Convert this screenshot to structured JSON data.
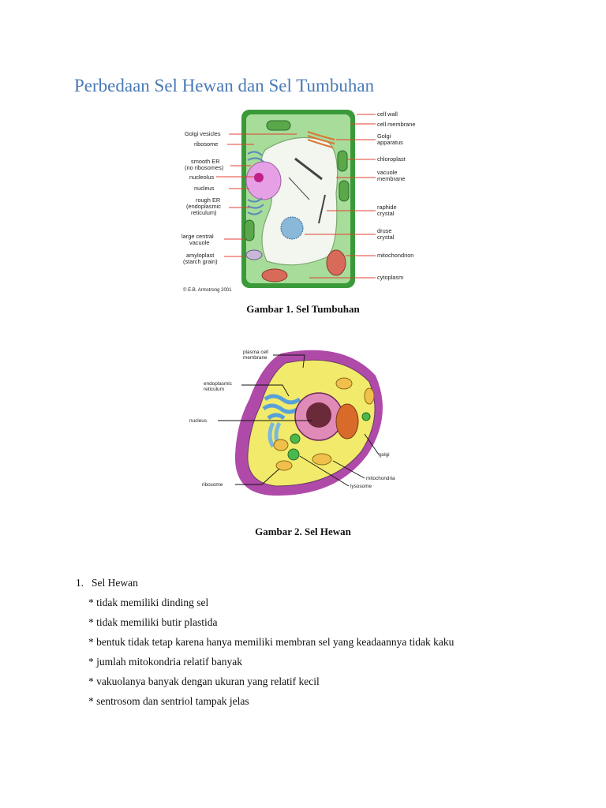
{
  "title": "Perbedaan Sel Hewan dan Sel Tumbuhan",
  "plant_figure": {
    "caption": "Gambar 1. Sel Tumbuhan",
    "copyright": "© E.B. Armstrong 2001",
    "labels_left": [
      "Golgi vesicles",
      "ribosome",
      "smooth ER",
      "(no ribosomes)",
      "nucleolus",
      "nucleus",
      "rough ER",
      "(endoplasmic",
      "reticulum)",
      "large central",
      "vacuole",
      "amyloplast",
      "(starch grain)"
    ],
    "labels_right": [
      "cell wall",
      "cell membrane",
      "Golgi",
      "apparatus",
      "chloroplast",
      "vacuole",
      "membrane",
      "raphide",
      "crystal",
      "druse",
      "crystal",
      "mitochondrion",
      "cytoplasm"
    ]
  },
  "animal_figure": {
    "caption": "Gambar 2. Sel Hewan",
    "labels": [
      "plasma cell",
      "membrane",
      "endoplasmic",
      "reticulum",
      "nucleus",
      "ribosome",
      "golgi",
      "mitochondria",
      "lysosome"
    ]
  },
  "list": {
    "number": "1.",
    "heading": "Sel Hewan",
    "items": [
      "* tidak memiliki dinding sel",
      "* tidak memiliki butir plastida",
      "* bentuk tidak tetap karena hanya memiliki membran sel yang keadaannya tidak kaku",
      "* jumlah mitokondria relatif banyak",
      "* vakuolanya banyak dengan ukuran yang relatif kecil",
      "* sentrosom dan sentriol tampak jelas"
    ]
  },
  "colors": {
    "title": "#4a7ab5",
    "plant_wall": "#3a9a3a",
    "plant_cytoplasm": "#a8dc9a",
    "vacuole": "#f2f6ee",
    "nucleus_plant": "#e6a0e6",
    "animal_membrane": "#b04aa8",
    "animal_cytoplasm": "#f2ea6a",
    "label_arrow": "#e04030"
  }
}
